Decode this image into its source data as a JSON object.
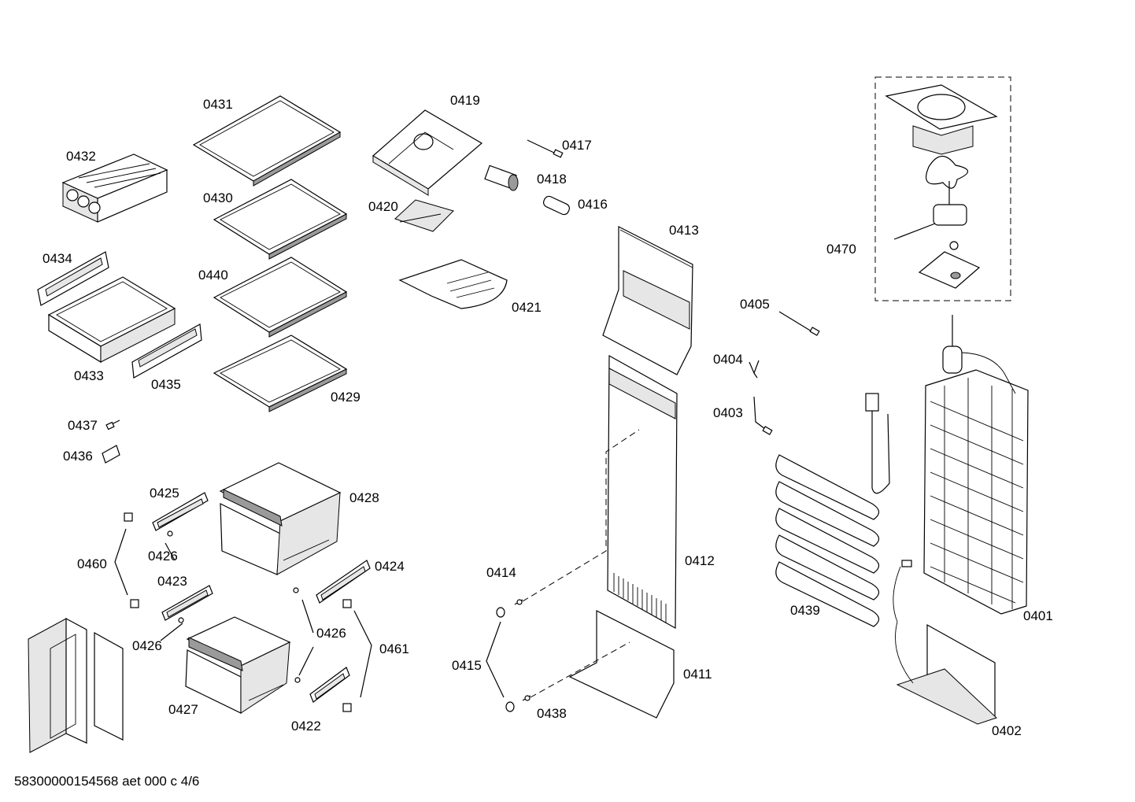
{
  "labels": {
    "p0431": "0431",
    "p0419": "0419",
    "p0417": "0417",
    "p0418": "0418",
    "p0432": "0432",
    "p0430": "0430",
    "p0420": "0420",
    "p0416": "0416",
    "p0413": "0413",
    "p0470": "0470",
    "p0434": "0434",
    "p0440": "0440",
    "p0421": "0421",
    "p0405": "0405",
    "p0433": "0433",
    "p0435": "0435",
    "p0404": "0404",
    "p0429": "0429",
    "p0403": "0403",
    "p0437": "0437",
    "p0436": "0436",
    "p0425": "0425",
    "p0428": "0428",
    "p0426a": "0426",
    "p0460": "0460",
    "p0423": "0423",
    "p0424": "0424",
    "p0414": "0414",
    "p0412": "0412",
    "p0439": "0439",
    "p0401": "0401",
    "p0426b": "0426",
    "p0426c": "0426",
    "p0461": "0461",
    "p0415": "0415",
    "p0411": "0411",
    "p0427": "0427",
    "p0438": "0438",
    "p0422": "0422",
    "p0402": "0402"
  },
  "footer": "58300000154568 aet 000 c 4/6"
}
